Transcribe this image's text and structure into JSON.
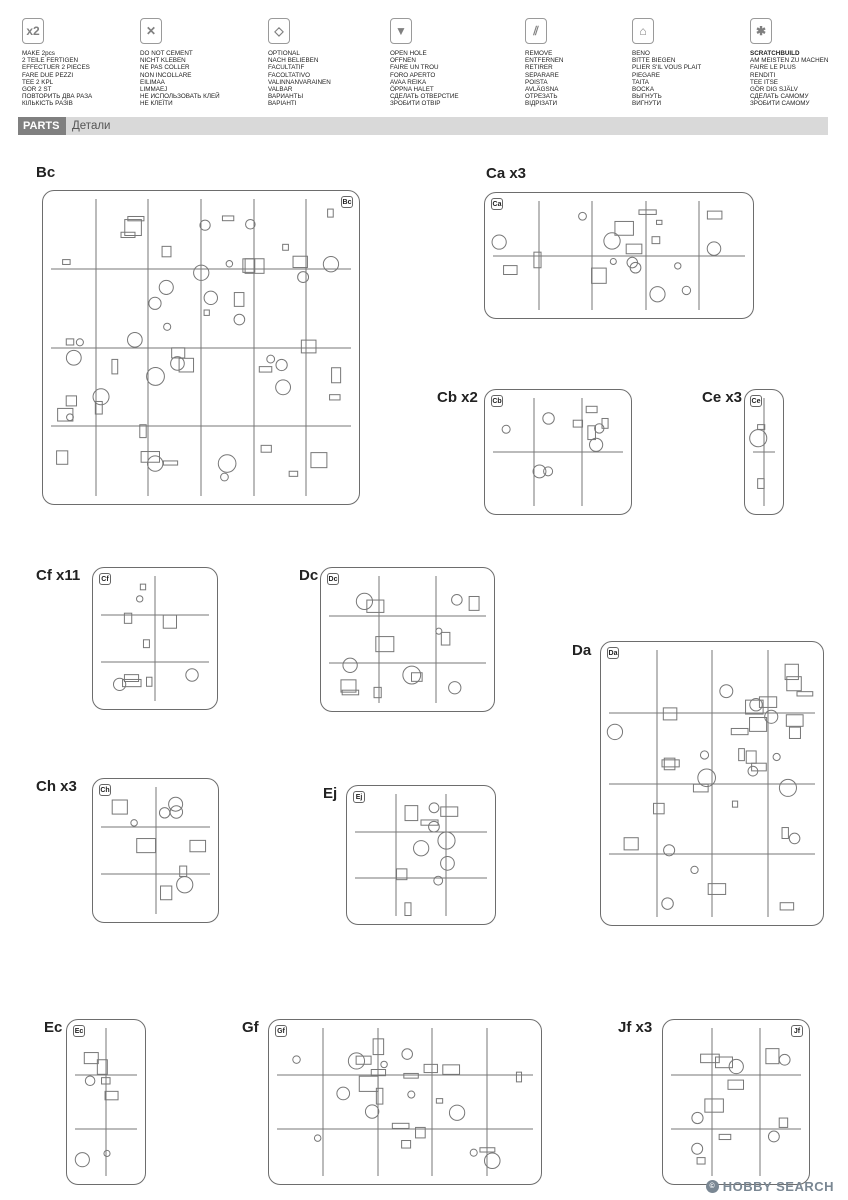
{
  "legend": [
    {
      "icon": "cement-x2-icon",
      "glyph": "x2",
      "lines": [
        "MAKE 2pcs",
        "2 TEILE FERTIGEN",
        "EFFECTUER 2 PIECES",
        "FARE DUE PEZZI",
        "TEE 2 KPL",
        "GOR 2 ST",
        "ПОВТОРИТЬ ДВА РАЗА",
        "КІЛЬКІСТЬ РАЗІВ"
      ],
      "bold_first": false
    },
    {
      "icon": "do-not-cement-icon",
      "glyph": "✕",
      "lines": [
        "DO NOT CEMENT",
        "NICHT KLEBEN",
        "NE PAS COLLER",
        "NON INCOLLARE",
        "EILIMAA",
        "LIMMAEJ",
        "НЕ ИСПОЛЬЗОВАТЬ КЛЕЙ",
        "НЕ КЛЕЇТИ"
      ],
      "bold_first": false
    },
    {
      "icon": "optional-icon",
      "glyph": "◇",
      "lines": [
        "OPTIONAL",
        "NACH BELIEBEN",
        "FACULTATIF",
        "FACOLTATIVO",
        "VALINNANVARAINEN",
        "VALBAR",
        "ВАРИАНТЫ",
        "ВАРІАНТІ"
      ],
      "bold_first": false
    },
    {
      "icon": "open-hole-icon",
      "glyph": "▼",
      "lines": [
        "OPEN  HOLE",
        "OFFNEN",
        "FAIRE UN TROU",
        "FORO APERTO",
        "AVAA REIKA",
        "ÖPPNA HALET",
        "СДЕЛАТЬ ОТВЕРСТИЕ",
        "ЗРОБИТИ ОТВІР"
      ],
      "bold_first": false
    },
    {
      "icon": "remove-icon",
      "glyph": "⫽",
      "lines": [
        "REMOVE",
        "ENTFERNEN",
        "RETIRER",
        "SEPARARE",
        "POISTA",
        "AVLÄGSNA",
        "ОТРЕЗАТЬ",
        "ВІДРІЗАТИ"
      ],
      "bold_first": false
    },
    {
      "icon": "bend-icon",
      "glyph": "⌂",
      "lines": [
        "BENO",
        "BITTE BIEGEN",
        "PLIER S'IL VOUS PLAIT",
        "PIEGARE",
        "TAITA",
        "BOCKA",
        "ВЫГНУТЬ",
        "ВИГНУТИ"
      ],
      "bold_first": false
    },
    {
      "icon": "scratchbuild-icon",
      "glyph": "✱",
      "lines": [
        "SCRATCHBUILD",
        "AM MEISTEN ZU MACHEN",
        "FAIRE LE PLUS",
        "RENDITI",
        "TEE ITSE",
        "GÖR DIG SJÄLV",
        "СДЕЛАТЬ САМОМУ",
        "ЗРОБИТИ САМОМУ"
      ],
      "bold_first": true
    }
  ],
  "parts_header": {
    "label": "PARTS",
    "label_ru": "Детали"
  },
  "sprues": {
    "bc": {
      "label": "Bc",
      "tag": "Bc"
    },
    "ca": {
      "label": "Ca x3",
      "tag": "Ca"
    },
    "cb": {
      "label": "Cb x2",
      "tag": "Cb"
    },
    "ce": {
      "label": "Ce x3",
      "tag": "Ce"
    },
    "cf": {
      "label": "Cf x11",
      "tag": "Cf"
    },
    "dc": {
      "label": "Dc",
      "tag": "Dc"
    },
    "da": {
      "label": "Da",
      "tag": "Da"
    },
    "ch": {
      "label": "Ch x3",
      "tag": "Ch"
    },
    "ej": {
      "label": "Ej",
      "tag": "Ej"
    },
    "ec": {
      "label": "Ec",
      "tag": "Ec"
    },
    "gf": {
      "label": "Gf",
      "tag": "Gf"
    },
    "jf": {
      "label": "Jf x3",
      "tag": "Jf"
    }
  },
  "watermark": {
    "text": "HOBBY SEARCH",
    "badge": "©"
  }
}
